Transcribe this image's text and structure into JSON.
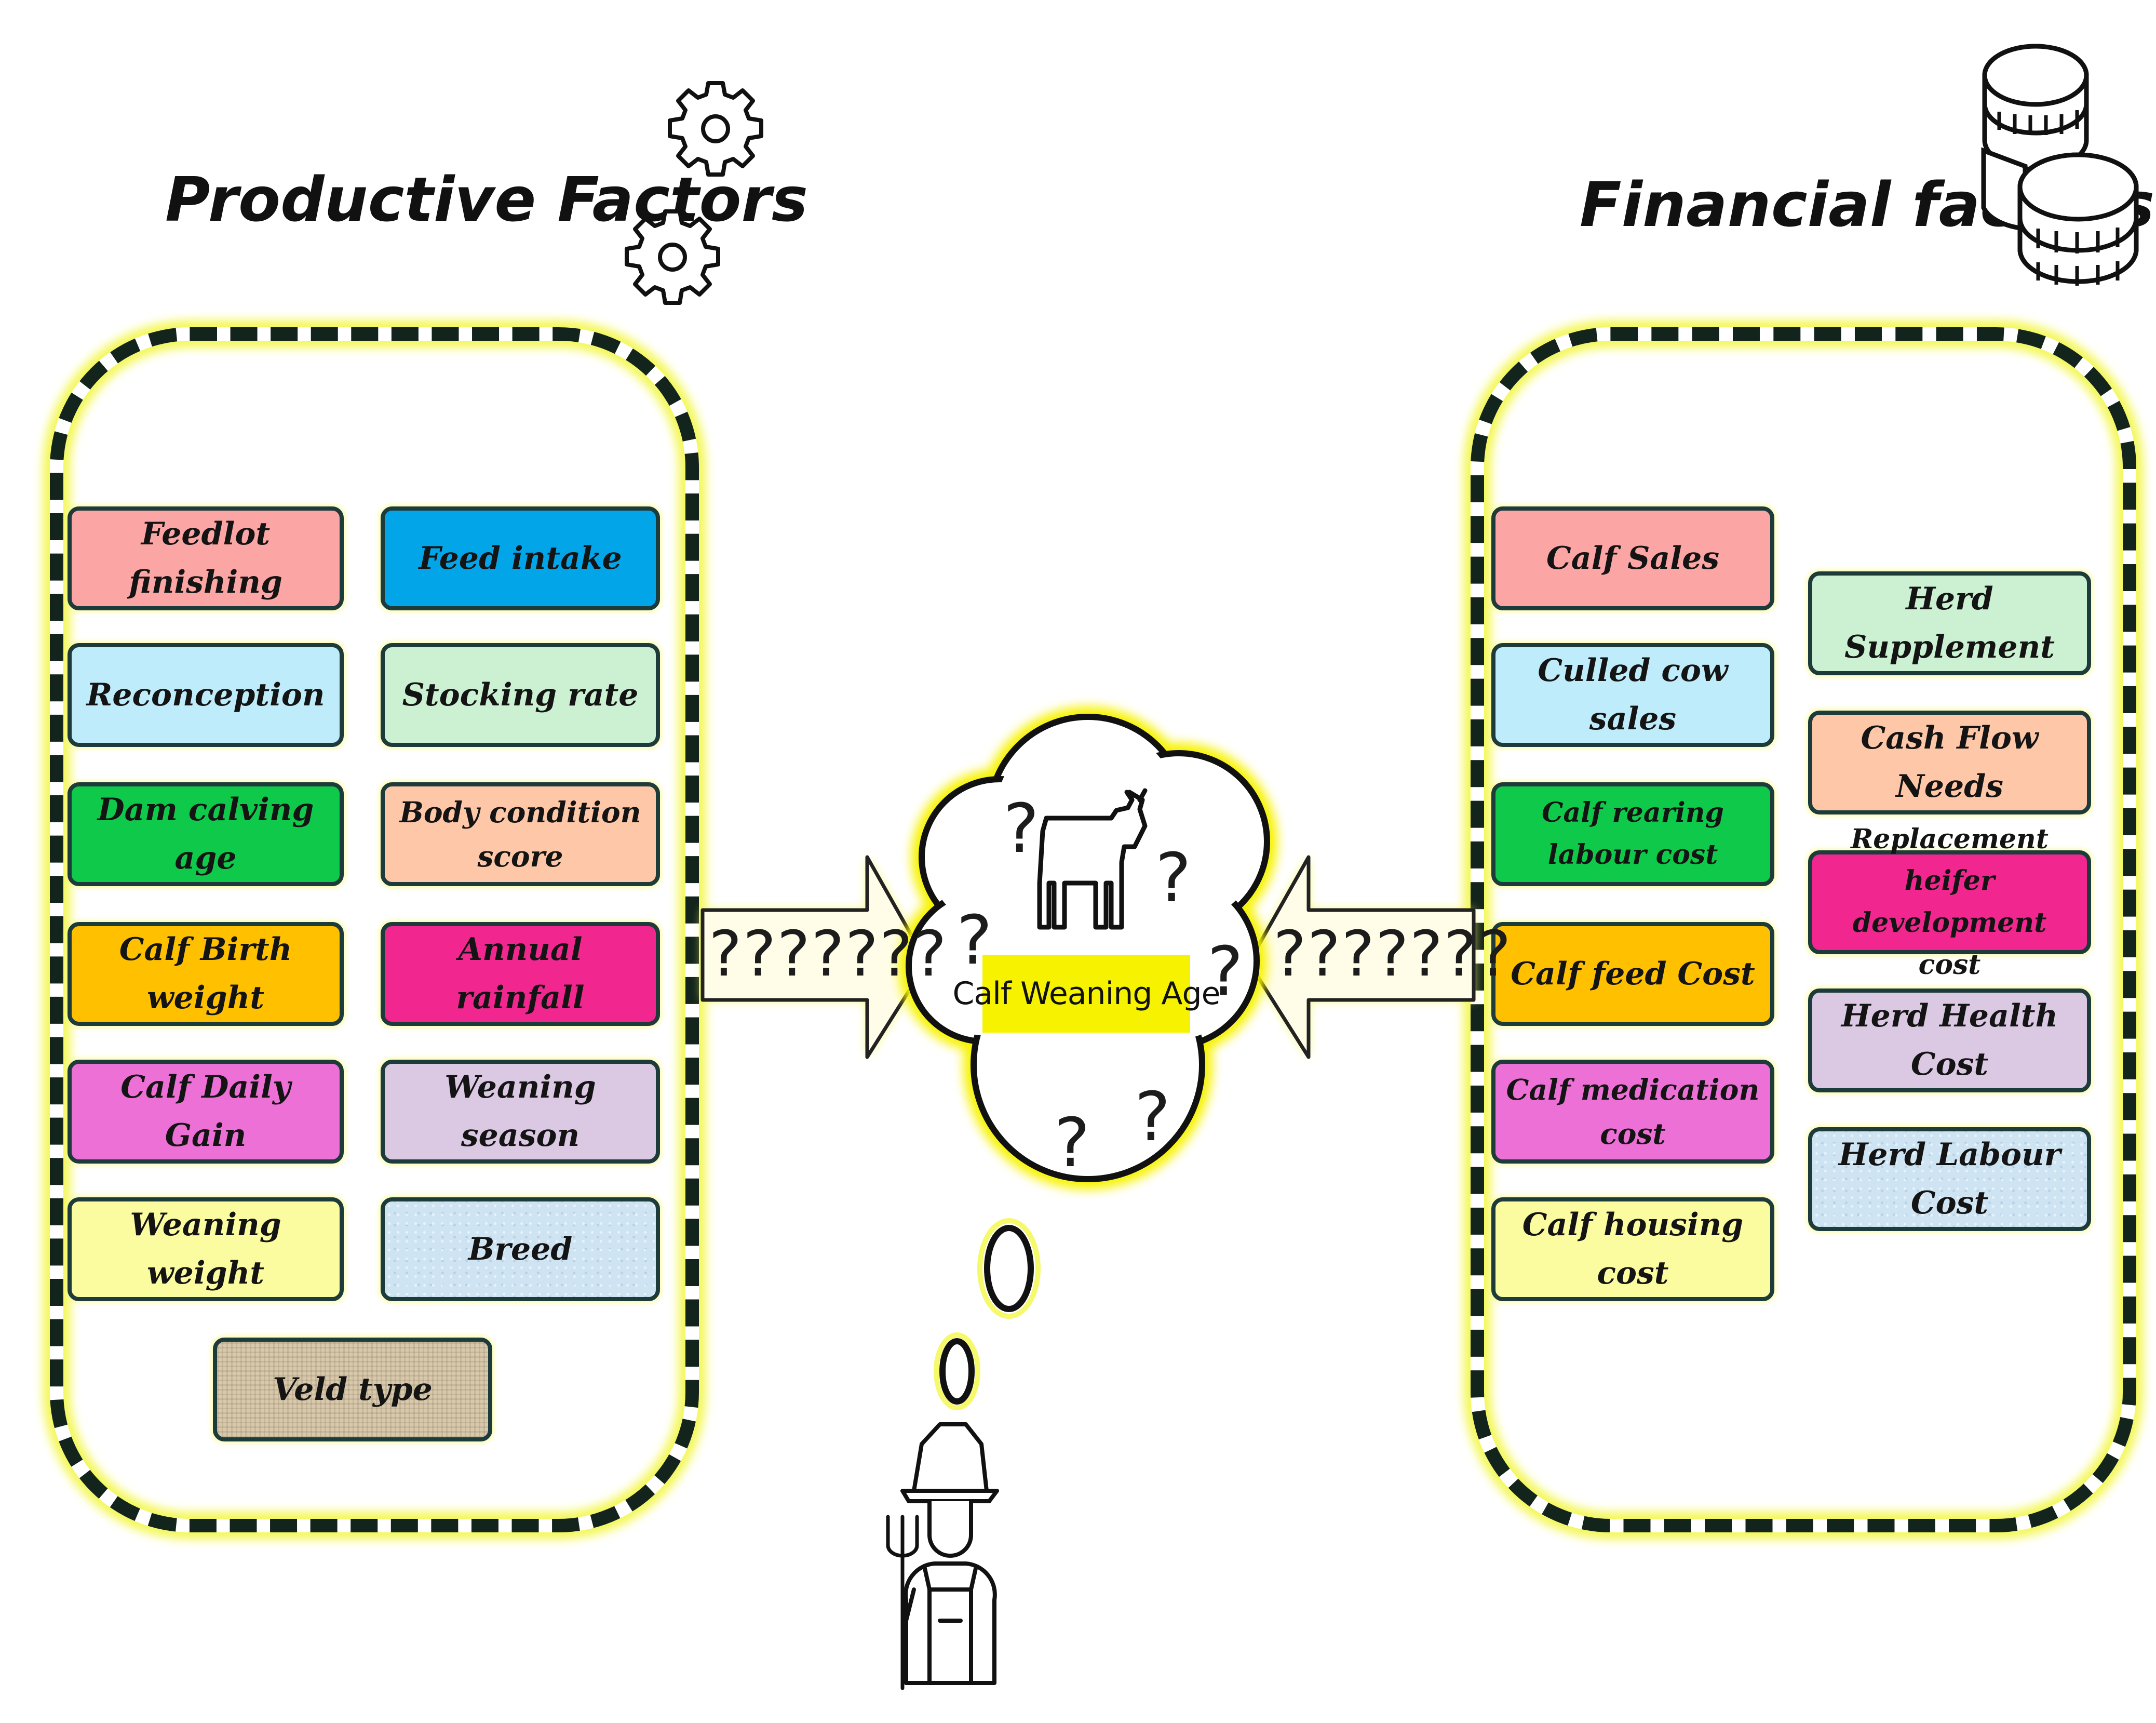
{
  "productive": {
    "title": "Productive Factors",
    "items": [
      {
        "label": "Feedlot finishing",
        "color": "#fca5a5"
      },
      {
        "label": "Feed intake",
        "color": "#02a6e8"
      },
      {
        "label": "Reconception",
        "color": "#bfecfa"
      },
      {
        "label": "Stocking rate",
        "color": "#cbf0d2"
      },
      {
        "label": "Dam calving age",
        "color": "#0fc94a"
      },
      {
        "label": "Body condition score",
        "color": "#fdc7a8"
      },
      {
        "label": "Calf Birth weight",
        "color": "#ffc000"
      },
      {
        "label": "Annual rainfall",
        "color": "#f2268f"
      },
      {
        "label": "Calf Daily Gain",
        "color": "#ed70d6"
      },
      {
        "label": "Weaning season",
        "color": "#dbc9e3"
      },
      {
        "label": "Weaning weight",
        "color": "#fbfba0"
      },
      {
        "label": "Breed",
        "color": "#cfe4f2"
      },
      {
        "label": "Veld type",
        "color": "#d8c9ad"
      }
    ]
  },
  "financial": {
    "title": "Financial factors",
    "items": [
      {
        "label": "Calf Sales",
        "color": "#fca5a5"
      },
      {
        "label": "Culled cow sales",
        "color": "#bfecfa"
      },
      {
        "label": "Calf rearing labour cost",
        "color": "#0fc94a"
      },
      {
        "label": "Calf feed Cost",
        "color": "#ffc000"
      },
      {
        "label": "Calf medication cost",
        "color": "#ed70d6"
      },
      {
        "label": "Calf housing cost",
        "color": "#fbfba0"
      },
      {
        "label": "Herd Supplement",
        "color": "#cbf0d2"
      },
      {
        "label": "Cash Flow Needs",
        "color": "#fdc7a8"
      },
      {
        "label": "Replacement heifer development cost",
        "color": "#f2268f"
      },
      {
        "label": "Herd Health Cost",
        "color": "#dbc9e3"
      },
      {
        "label": "Herd Labour Cost",
        "color": "#cfe4f2"
      }
    ]
  },
  "center": {
    "label": "Calf Weaning Age",
    "arrow_text": "???????",
    "question_mark": "?"
  },
  "icons": {
    "gears": "gear-icon",
    "coins": "coin-stack-icon",
    "cow": "cow-icon",
    "farmer": "farmer-icon",
    "thought": "thought-cloud-icon"
  },
  "colors": {
    "highlight": "#f7f300",
    "border": "#13241c",
    "glow": "#f4f85a"
  }
}
